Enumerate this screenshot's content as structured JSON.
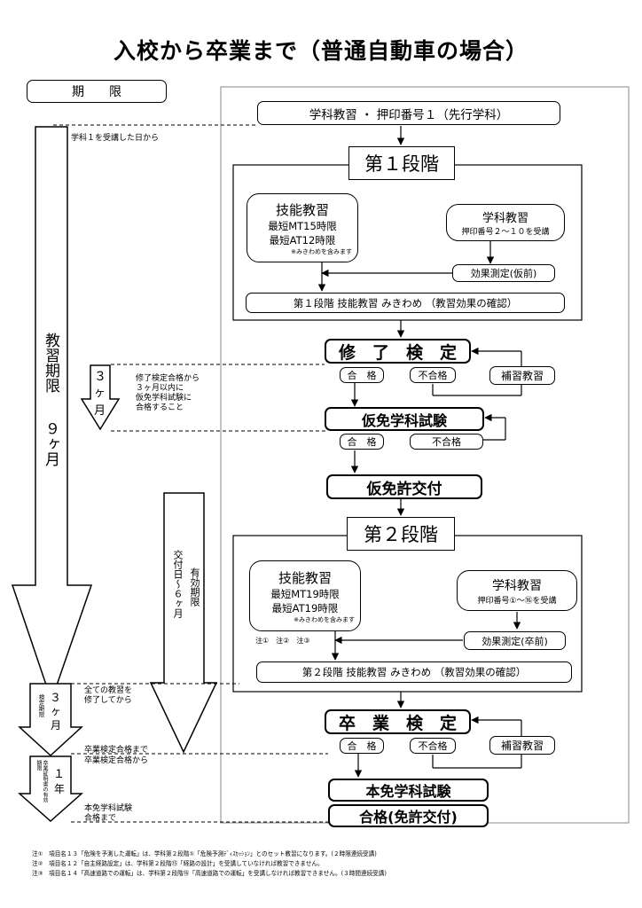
{
  "title": "入校から卒業まで（普通自動車の場合）",
  "kigen_label": "期　　限",
  "kigen_note": "学科１を受講した日から",
  "kyoshu_kigen_vertical": "教習期限",
  "kyoshu_kigen_months": "９ヶ月",
  "flow": {
    "start": "学科教習 ・ 押印番号１（先行学科）",
    "stage1": {
      "title": "第１段階",
      "gino_title": "技能教習",
      "gino_mt": "最短MT15時限",
      "gino_at": "最短AT12時限",
      "gino_note": "※みきわめを含みます",
      "gakka_title": "学科教習",
      "gakka_detail": "押印番号２～１０を受講",
      "kouka": "効果測定(仮前)",
      "mikiwame": "第１段階 技能教習 みきわめ （教習効果の確認）"
    },
    "shuryo": "修　了　検　定",
    "gokaku1": "合　格",
    "fugokaku1": "不合格",
    "hoshu1": "補習教習",
    "karimen_gakka": "仮免学科試験",
    "gokaku2": "合　格",
    "fugokaku2": "不合格",
    "karimen_kofu": "仮免許交付",
    "stage2": {
      "title": "第２段階",
      "gino_title": "技能教習",
      "gino_mt": "最短MT19時限",
      "gino_at": "最短AT19時限",
      "gino_note": "※みきわめを含みます",
      "gakka_title": "学科教習",
      "gakka_detail": "押印番号①～⑯を受講",
      "notes_ref": "注①　注②　注③",
      "kouka": "効果測定(卒前)",
      "mikiwame": "第２段階 技能教習 みきわめ （教習効果の確認）"
    },
    "sotsugyo": "卒　業　検　定",
    "gokaku3": "合　格",
    "fugokaku3": "不合格",
    "hoshu3": "補習教習",
    "honmen_gakka": "本免学科試験",
    "gokaku_final": "合格(免許交付)"
  },
  "left": {
    "three_months_a": "３",
    "three_months_b": "ヶ",
    "three_months_c": "月",
    "karimen_note": "修了検定合格から\n３ヶ月以内に\n仮免学科試験に\n合格すること",
    "yuko_kigen": "有効期限",
    "kofubi": "交付日〜６ヶ月",
    "kentei_kigen": "検定期限",
    "kentei_3": "３",
    "kentei_ka": "ヶ",
    "kentei_tsuki": "月",
    "kentei_note": "全ての教習を\n修了してから",
    "sotsugyo_note1": "卒業検定合格まで",
    "sotsugyo_note2": "卒業検定合格から",
    "shomei_kigen": "卒業証明書の有効期限",
    "one_year_a": "１",
    "one_year_b": "年",
    "honmen_note": "本免学科試験\n合格まで"
  },
  "footnotes": [
    "注①　項目名１３「危険を予測した運転」は、学科第２段階①「危険予測ﾃﾞｨｽｶｯｼｮﾝ」とのセット教習になります。(２時限連続受講)",
    "注②　項目名１２「自主経路設定」は、学科第２段階⑮「経路の設計」を受講していなければ教習できません。",
    "注③　項目名１４「高速道路での運転」は、学科第２段階⑯「高速道路での運転」を受講しなければ教習できません。(３時間連続受講)"
  ]
}
